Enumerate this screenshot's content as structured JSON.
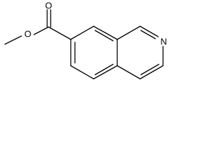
{
  "structure": {
    "atoms": {
      "oxygen_carbonyl": "O",
      "oxygen_ester": "O",
      "nitrogen_ring": "N"
    }
  }
}
